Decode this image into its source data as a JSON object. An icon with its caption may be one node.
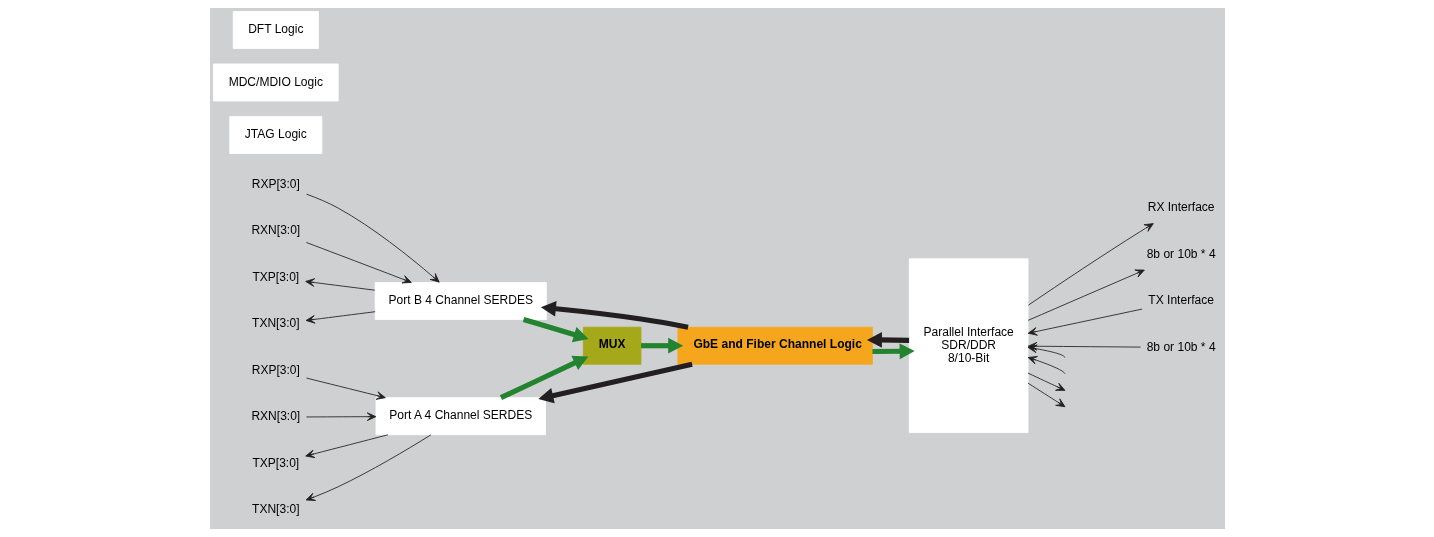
{
  "diagram": {
    "nodes": [
      {
        "text": [
          "Port A 4 Channel SERDES"
        ]
      },
      {
        "text": [
          "Port B 4 Channel SERDES"
        ]
      },
      {
        "text": [
          "MUX"
        ]
      },
      {
        "text": [
          "GbE and Fiber Channel Logic"
        ]
      },
      {
        "text": [
          "Parallel Interface",
          "SDR/DDR",
          "8/10-Bit"
        ]
      },
      {
        "text": [
          "JTAG Logic"
        ]
      },
      {
        "text": [
          "MDC/MDIO Logic"
        ]
      },
      {
        "text": [
          "DFT Logic"
        ]
      },
      {
        "text": [
          "RXP[3:0]"
        ]
      },
      {
        "text": [
          "RXN[3:0]"
        ]
      },
      {
        "text": [
          "TXP[3:0]"
        ]
      },
      {
        "text": [
          "TXN[3:0]"
        ]
      },
      {
        "text": [
          "RXP[3:0]"
        ]
      },
      {
        "text": [
          "RXN[3:0]"
        ]
      },
      {
        "text": [
          "TXP[3:0]"
        ]
      },
      {
        "text": [
          "TXN[3:0]"
        ]
      },
      {
        "text": [
          "RX Interface"
        ]
      },
      {
        "text": [
          "8b or 10b * 4"
        ]
      },
      {
        "text": [
          "TX Interface"
        ]
      },
      {
        "text": [
          "8b or 10b * 4"
        ]
      }
    ],
    "edges": [
      {
        "from": 8,
        "to": 0,
        "arrow": "to"
      },
      {
        "from": 9,
        "to": 0,
        "arrow": "to"
      },
      {
        "from": 0,
        "to": 10,
        "arrow": "to"
      },
      {
        "from": 0,
        "to": 11,
        "arrow": "to"
      },
      {
        "from": 12,
        "to": 1,
        "arrow": "to"
      },
      {
        "from": 13,
        "to": 1,
        "arrow": "to"
      },
      {
        "from": 1,
        "to": 14,
        "arrow": "to"
      },
      {
        "from": 1,
        "to": 15,
        "arrow": "to"
      },
      {
        "from": 0,
        "to": 2,
        "arrow": "to",
        "style": "thick",
        "color": "#23832f"
      },
      {
        "from": 1,
        "to": 2,
        "arrow": "to",
        "style": "thick",
        "color": "#23832f"
      },
      {
        "from": 2,
        "to": 3,
        "arrow": "to",
        "style": "thick",
        "color": "#23832f"
      },
      {
        "from": 3,
        "to": 4,
        "arrow": "to",
        "style": "thick",
        "color": "#23832f"
      },
      {
        "from": 4,
        "to": 3,
        "arrow": "to",
        "style": "thick",
        "color": "#231f20"
      },
      {
        "from": 3,
        "to": 0,
        "arrow": "to",
        "style": "thick",
        "color": "#231f20"
      },
      {
        "from": 3,
        "to": 1,
        "arrow": "to",
        "style": "thick",
        "color": "#231f20"
      },
      {
        "from": 4,
        "to": 16,
        "arrow": "to"
      },
      {
        "from": 4,
        "to": null,
        "arrow": "to"
      },
      {
        "from": 4,
        "to": null,
        "arrow": "to"
      },
      {
        "from": 4,
        "to": 17,
        "arrow": "to"
      },
      {
        "from": 18,
        "to": 4,
        "arrow": "to"
      },
      {
        "from": null,
        "to": 4,
        "arrow": "to"
      },
      {
        "from": null,
        "to": 4,
        "arrow": "to"
      },
      {
        "from": 19,
        "to": 4,
        "arrow": "to"
      }
    ]
  }
}
